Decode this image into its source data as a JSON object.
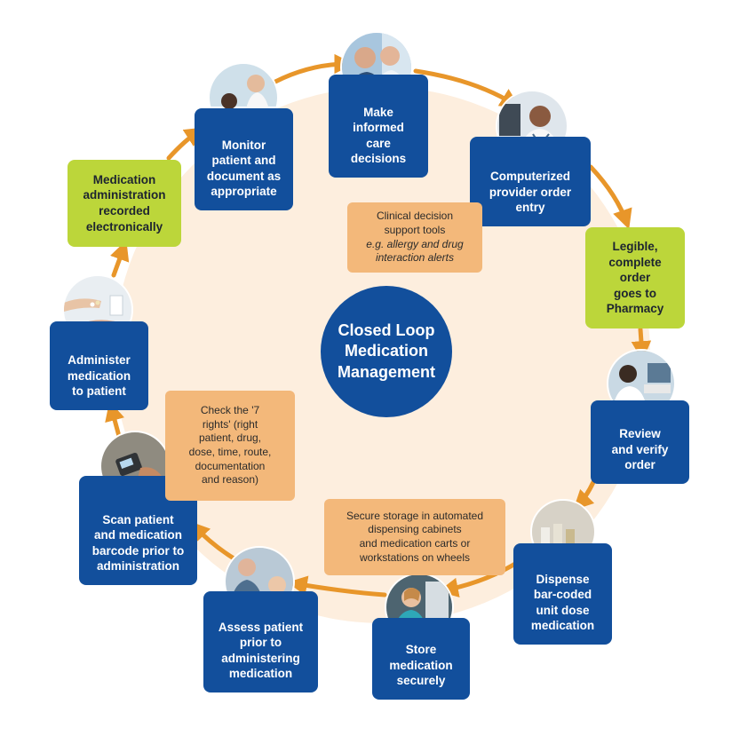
{
  "center_title": "Closed Loop\nMedication\nManagement",
  "steps": [
    {
      "id": "make-decisions",
      "label": "Make\ninformed\ncare\ndecisions",
      "photo": "clinicians-discussing"
    },
    {
      "id": "cpoe",
      "label": "Computerized\nprovider order\nentry",
      "photo": "physician-at-computer"
    },
    {
      "id": "review-order",
      "label": "Review\nand verify\norder",
      "photo": "pharmacist-at-computer"
    },
    {
      "id": "dispense",
      "label": "Dispense\nbar-coded\nunit dose\nmedication",
      "photo": "medication-vials"
    },
    {
      "id": "store",
      "label": "Store\nmedication\nsecurely",
      "photo": "nurse-with-dispensing-cabinet"
    },
    {
      "id": "assess",
      "label": "Assess patient\nprior to\nadministering\nmedication",
      "photo": "nurse-assessing-patient"
    },
    {
      "id": "scan",
      "label": "Scan patient\nand medication\nbarcode prior to\nadministration",
      "photo": "barcode-scanner"
    },
    {
      "id": "administer",
      "label": "Administer\nmedication\nto patient",
      "photo": "hands-with-pills"
    },
    {
      "id": "monitor",
      "label": "Monitor\npatient and\ndocument as\nappropriate",
      "photo": "patient-in-bed"
    }
  ],
  "green_boxes": {
    "legible_order": "Legible,\ncomplete\norder\ngoes to\nPharmacy",
    "recorded": "Medication\nadministration\nrecorded\nelectronically"
  },
  "notes": {
    "clinical_line1": "Clinical decision\nsupport tools",
    "clinical_line2": "e.g. allergy and drug\ninteraction alerts",
    "rights": "Check the '7\nrights' (right\npatient, drug,\ndose, time, route,\ndocumentation\nand reason)",
    "storage": "Secure storage in automated\ndispensing cabinets\nand medication carts or\nworkstations on wheels"
  },
  "colors": {
    "step_blue": "#124f9c",
    "green": "#bcd63a",
    "note_orange": "#f3b87a",
    "loop_fill": "#fdeede",
    "arrow": "#e8962a"
  }
}
